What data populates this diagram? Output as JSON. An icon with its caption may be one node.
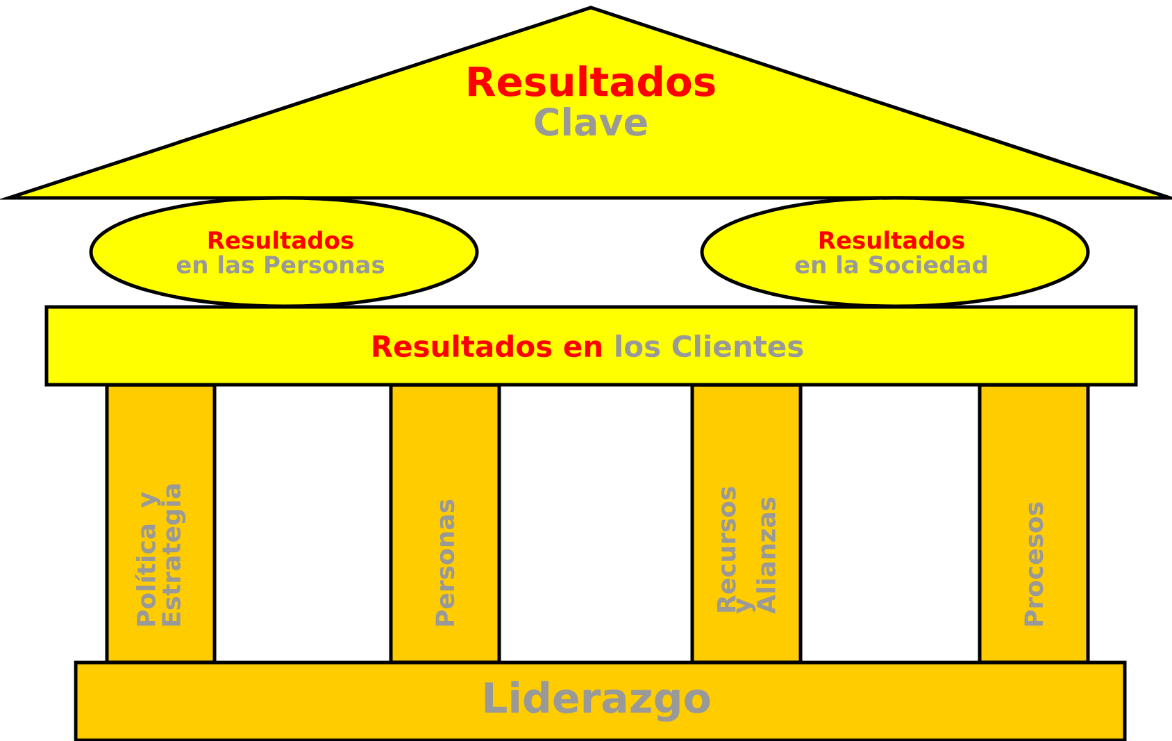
{
  "diagram": {
    "nodes": [
      {
        "text": [
          "Resultados",
          "Clave"
        ]
      },
      {
        "text": [
          "Resultados",
          "en las Personas"
        ]
      },
      {
        "text": [
          "Resultados",
          "en la Sociedad"
        ]
      },
      {
        "text": [
          "Resultados en",
          "los Clientes"
        ]
      },
      {
        "text": [
          "Política y Estrategia"
        ]
      },
      {
        "text": [
          "Personas"
        ]
      },
      {
        "text": [
          "Recursos y Alianzas"
        ]
      },
      {
        "text": [
          "Procesos"
        ]
      },
      {
        "text": [
          "Liderazgo"
        ]
      }
    ]
  }
}
